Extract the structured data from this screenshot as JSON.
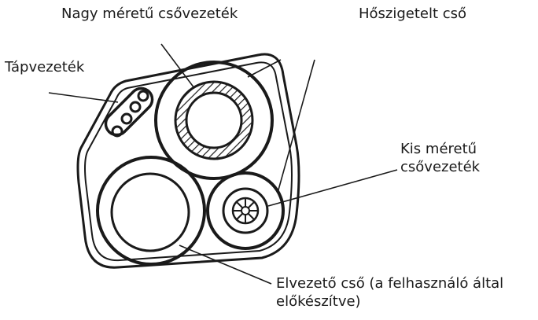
{
  "labels": {
    "large_pipe": "Nagy méretű csővezeték",
    "insulated_pipe": "Hőszigetelt cső",
    "power_cable": "Tápvezeték",
    "small_pipe_line1": "Kis méretű",
    "small_pipe_line2": "csővezeték",
    "drain_pipe_line1": "Elvezető cső (a felhasználó által",
    "drain_pipe_line2": "előkészítve)"
  },
  "colors": {
    "stroke": "#1a1a1a",
    "background": "#ffffff"
  }
}
